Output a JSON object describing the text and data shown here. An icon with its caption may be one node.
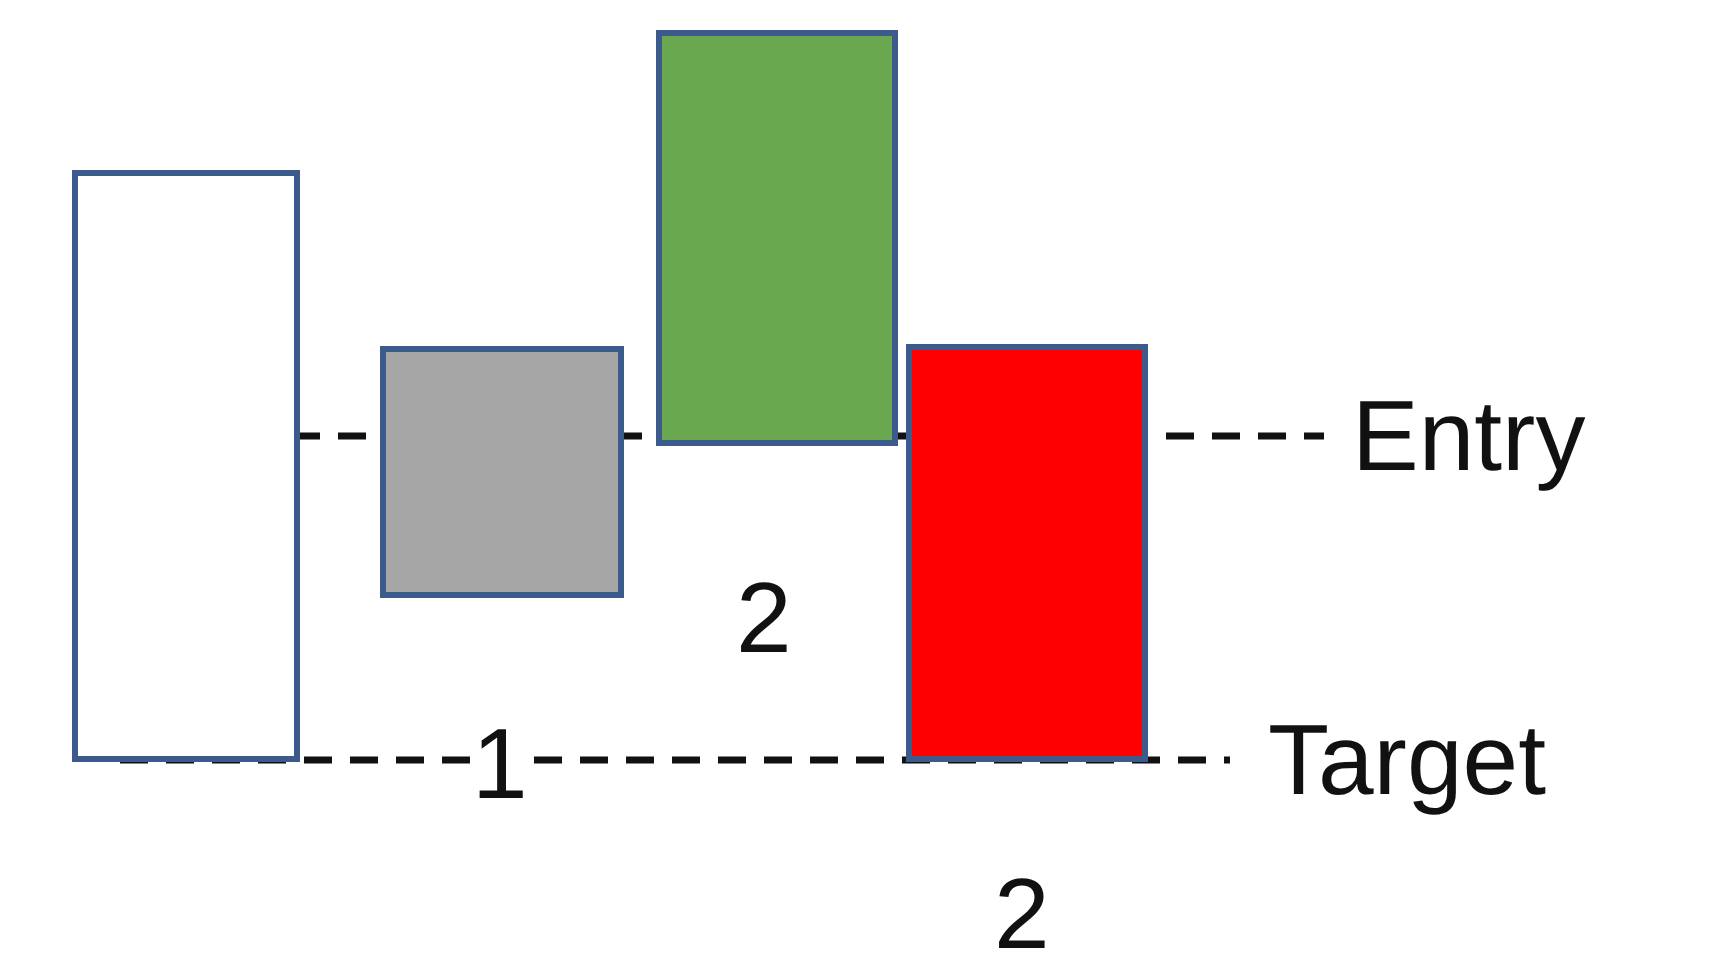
{
  "diagram": {
    "nodes": [
      {
        "text": [],
        "shape": "box"
      },
      {
        "text": [],
        "shape": "box"
      },
      {
        "text": [],
        "shape": "box"
      },
      {
        "text": [],
        "shape": "box"
      }
    ],
    "labels": [
      "Entry",
      "2",
      "1",
      "Target",
      "2"
    ]
  }
}
